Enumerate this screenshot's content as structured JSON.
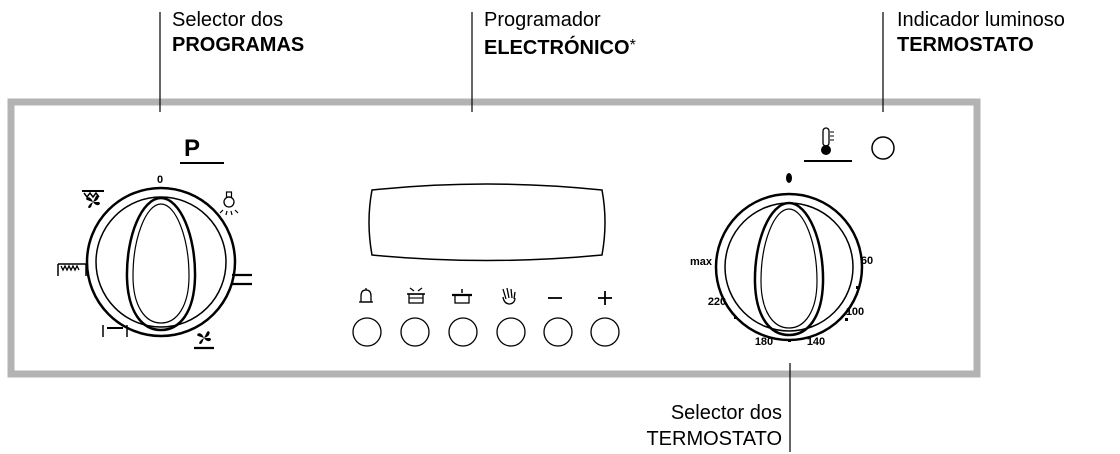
{
  "callouts": {
    "program_selector": {
      "line1": "Selector dos",
      "line2": "PROGRAMAS"
    },
    "electronic_programmer": {
      "line1": "Programador",
      "line2": "ELECTRÓNICO",
      "mark": "*"
    },
    "thermostat_light": {
      "line1": "Indicador luminoso",
      "line2": "TERMOSTATO"
    },
    "thermostat_selector": {
      "line1": "Selector dos",
      "line2": "TERMOSTATO"
    }
  },
  "program_knob": {
    "header_letter": "P",
    "zero_label": "0",
    "symbols": [
      "fan-grill-top-icon",
      "lamp-icon",
      "top-heat-icon",
      "defrost-icon",
      "bottom-heat-icon",
      "fan-bottom-icon"
    ]
  },
  "programmer": {
    "buttons": [
      {
        "id": "alarm",
        "icon": "bell-icon",
        "glyph": ""
      },
      {
        "id": "cook-time",
        "icon": "cooking-time-icon",
        "glyph": ""
      },
      {
        "id": "end-time",
        "icon": "end-time-icon",
        "glyph": ""
      },
      {
        "id": "manual",
        "icon": "hand-icon",
        "glyph": ""
      },
      {
        "id": "minus",
        "icon": "minus-icon",
        "glyph": "−"
      },
      {
        "id": "plus",
        "icon": "plus-icon",
        "glyph": "+"
      }
    ]
  },
  "thermostat_knob": {
    "scale": [
      "max",
      "60",
      "100",
      "140",
      "180",
      "220"
    ]
  },
  "colors": {
    "frame": "#b3b3b3",
    "ink": "#000000",
    "background": "#ffffff"
  }
}
